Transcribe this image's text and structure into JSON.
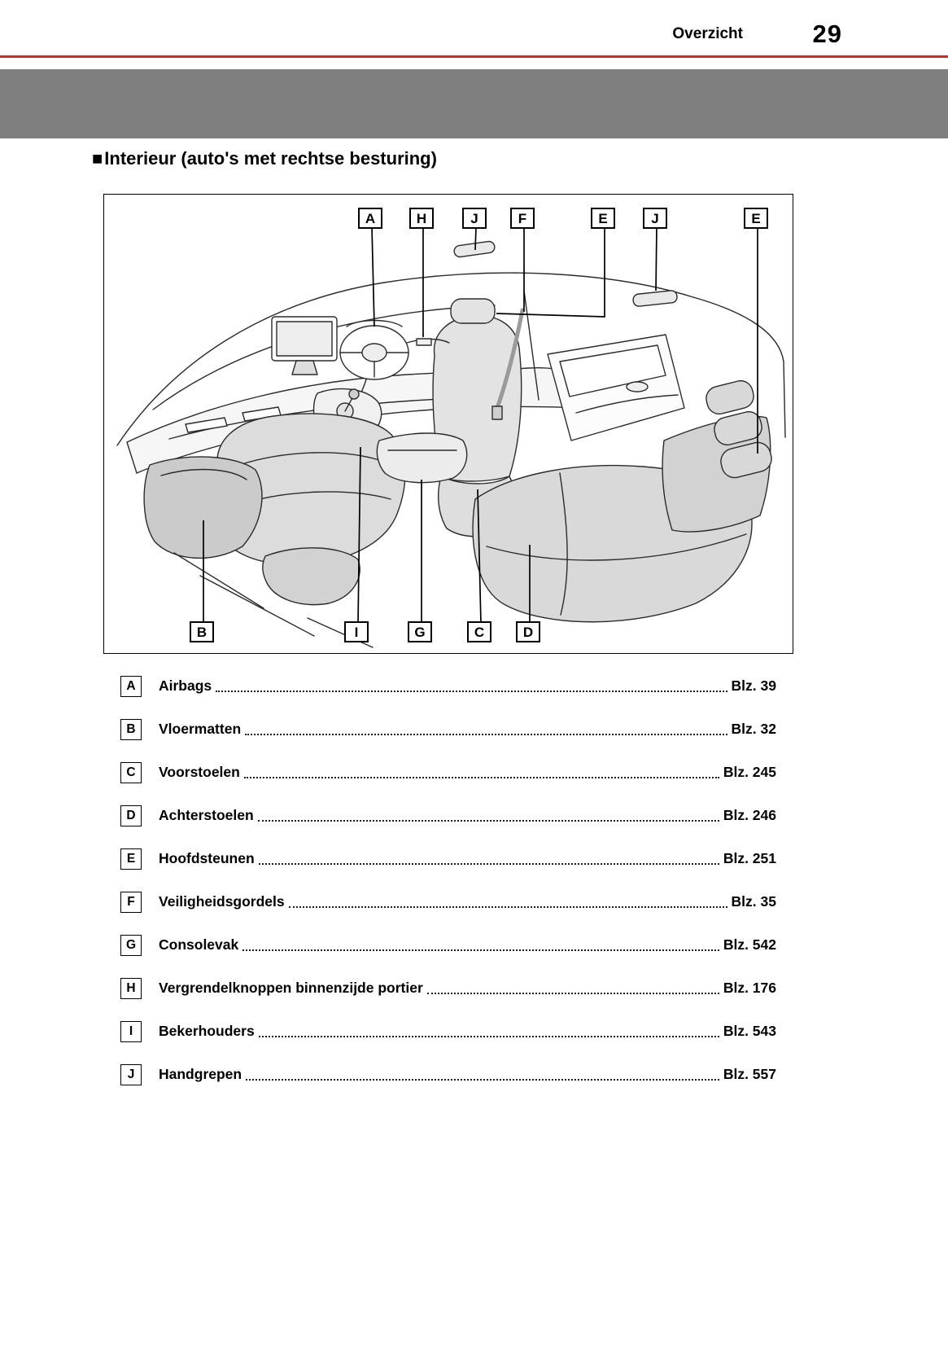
{
  "page": {
    "header": {
      "section_title": "Overzicht",
      "page_number": "29"
    },
    "heading_bullet": "■",
    "heading": "Interieur (auto's met rechtse besturing)"
  },
  "figure": {
    "description": "line-drawing-of-car-interior-right-hand-drive",
    "top_labels": [
      {
        "letter": "A"
      },
      {
        "letter": "H"
      },
      {
        "letter": "J"
      },
      {
        "letter": "F"
      },
      {
        "letter": "E"
      },
      {
        "letter": "J"
      },
      {
        "letter": "E"
      }
    ],
    "bottom_labels": [
      {
        "letter": "B"
      },
      {
        "letter": "I"
      },
      {
        "letter": "G"
      },
      {
        "letter": "C"
      },
      {
        "letter": "D"
      }
    ]
  },
  "legend": {
    "items": [
      {
        "letter": "A",
        "label": "Airbags",
        "page": "Blz. 39"
      },
      {
        "letter": "B",
        "label": "Vloermatten",
        "page": "Blz. 32"
      },
      {
        "letter": "C",
        "label": "Voorstoelen",
        "page": "Blz. 245"
      },
      {
        "letter": "D",
        "label": "Achterstoelen",
        "page": "Blz. 246"
      },
      {
        "letter": "E",
        "label": "Hoofdsteunen",
        "page": "Blz. 251"
      },
      {
        "letter": "F",
        "label": "Veiligheidsgordels",
        "page": "Blz. 35"
      },
      {
        "letter": "G",
        "label": "Consolevak",
        "page": "Blz. 542"
      },
      {
        "letter": "H",
        "label": "Vergrendelknoppen binnenzijde portier",
        "page": "Blz. 176"
      },
      {
        "letter": "I",
        "label": "Bekerhouders",
        "page": "Blz. 543"
      },
      {
        "letter": "J",
        "label": "Handgrepen",
        "page": "Blz. 557"
      }
    ]
  },
  "colors": {
    "accent_line": "#a13a3a",
    "banner": "#7f7f7f",
    "text": "#000000"
  }
}
